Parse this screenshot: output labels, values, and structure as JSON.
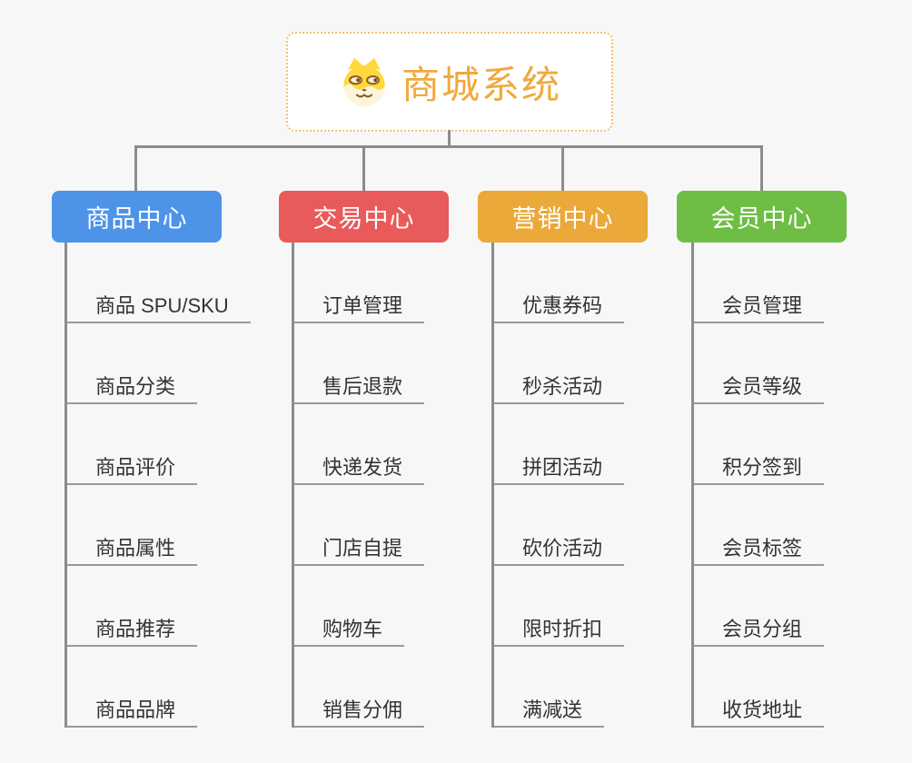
{
  "page": {
    "background_color": "#f7f7f7",
    "connector_color": "#8c8c8c"
  },
  "root": {
    "title": "商城系统",
    "icon": "doge-icon",
    "text_color": "#f0a93c",
    "border_color": "#f3c06e"
  },
  "branches": [
    {
      "label": "商品中心",
      "color": "#4d94e9",
      "items": [
        "商品 SPU/SKU",
        "商品分类",
        "商品评价",
        "商品属性",
        "商品推荐",
        "商品品牌"
      ]
    },
    {
      "label": "交易中心",
      "color": "#e95a5a",
      "items": [
        "订单管理",
        "售后退款",
        "快递发货",
        "门店自提",
        "购物车",
        "销售分佣"
      ]
    },
    {
      "label": "营销中心",
      "color": "#eaa939",
      "items": [
        "优惠券码",
        "秒杀活动",
        "拼团活动",
        "砍价活动",
        "限时折扣",
        "满减送"
      ]
    },
    {
      "label": "会员中心",
      "color": "#6ebe45",
      "items": [
        "会员管理",
        "会员等级",
        "积分签到",
        "会员标签",
        "会员分组",
        "收货地址"
      ]
    }
  ]
}
